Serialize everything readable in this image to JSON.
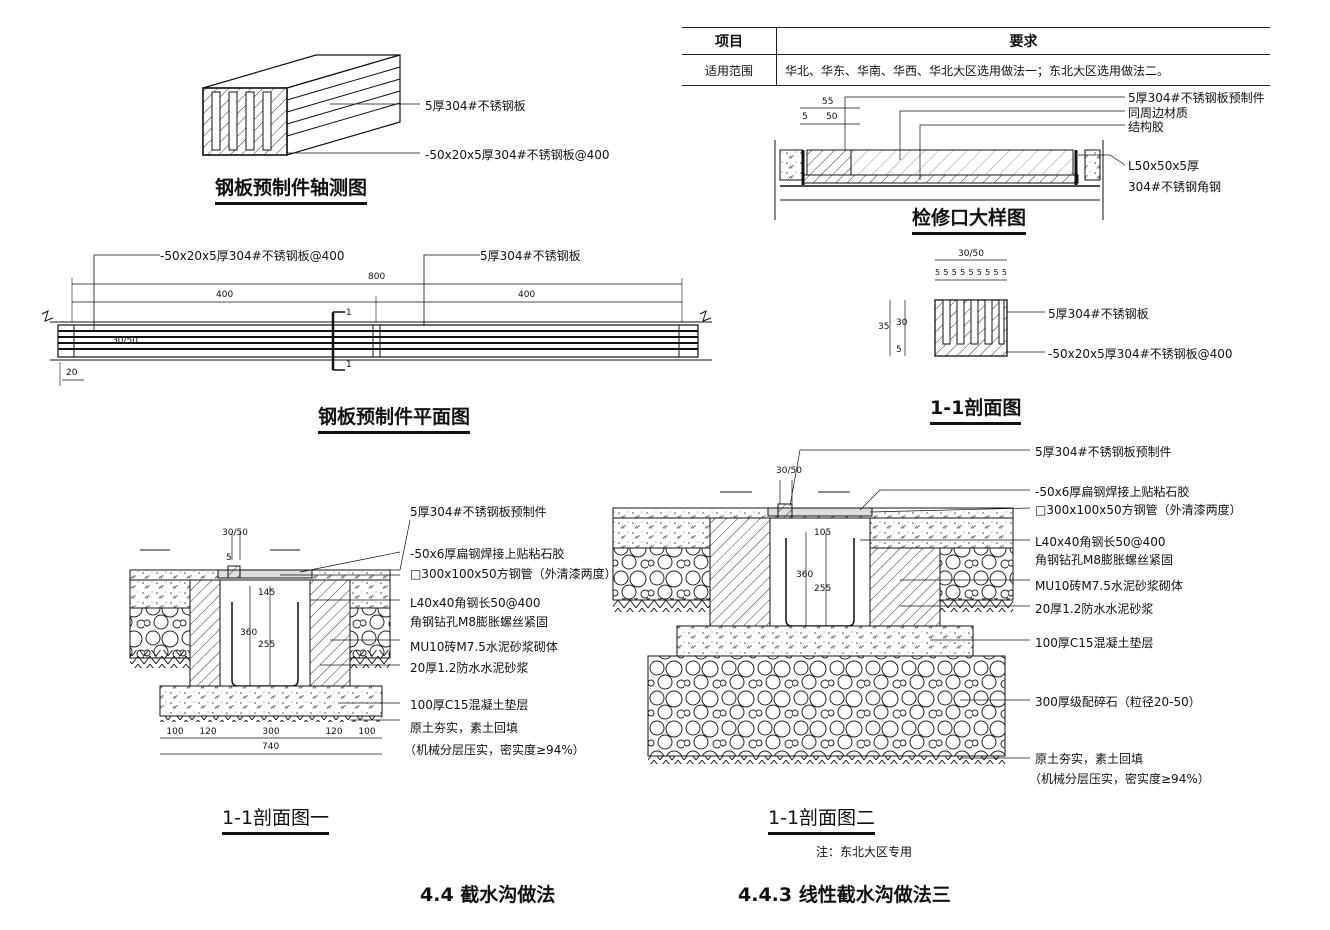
{
  "table": {
    "header": {
      "col1": "项目",
      "col2": "要求"
    },
    "row": {
      "col1": "适用范围",
      "col2": "华北、华东、华南、华西、华北大区选用做法一；东北大区选用做法二。"
    }
  },
  "axonometric": {
    "title": "钢板预制件轴测图",
    "label_plate": "5厚304#不锈钢板",
    "label_strip": "-50x20x5厚304#不锈钢板@400"
  },
  "plan": {
    "title": "钢板预制件平面图",
    "label_strip": "-50x20x5厚304#不锈钢板@400",
    "label_plate": "5厚304#不锈钢板",
    "dim_total": "800",
    "dim_left": "400",
    "dim_right": "400",
    "dim_edge": "20",
    "dim_width": "30/50",
    "section_mark": "1"
  },
  "detail": {
    "title": "检修口大样图",
    "dim_55": "55",
    "dim_50": "50",
    "dim_5": "5",
    "labels": [
      "5厚304#不锈钢板预制件",
      "同周边材质",
      "结构胶",
      "L50x50x5厚",
      "304#不锈钢角钢"
    ]
  },
  "section11": {
    "title": "1-1剖面图",
    "dim_top": "30/50",
    "dim_fives": [
      "5",
      "5",
      "5",
      "5",
      "5",
      "5",
      "5",
      "5",
      "5"
    ],
    "dim_35": "35",
    "dim_30": "30",
    "dim_5": "5",
    "label_plate": "5厚304#不锈钢板",
    "label_strip": "-50x20x5厚304#不锈钢板@400"
  },
  "section_one": {
    "title": "1-1剖面图一",
    "dim_top": "30/50",
    "dim_5": "5",
    "dim_145": "145",
    "dim_360": "360",
    "dim_255": "255",
    "dims_bottom": [
      "100",
      "120",
      "300",
      "120",
      "100"
    ],
    "dim_total": "740",
    "labels": [
      "5厚304#不锈钢板预制件",
      "-50x6厚扁钢焊接上贴粘石胶",
      "□300x100x50方钢管（外清漆两度）",
      "L40x40角钢长50@400",
      "角钢钻孔M8膨胀螺丝紧固",
      "MU10砖M7.5水泥砂浆砌体",
      "20厚1.2防水水泥砂浆",
      "100厚C15混凝土垫层",
      "原土夯实，素土回填",
      "（机械分层压实，密实度≥94%）"
    ]
  },
  "section_two": {
    "title": "1-1剖面图二",
    "note": "注：东北大区专用",
    "dim_top": "30/50",
    "dim_105": "105",
    "dim_360": "360",
    "dim_255": "255",
    "labels": [
      "5厚304#不锈钢板预制件",
      "-50x6厚扁钢焊接上贴粘石胶",
      "□300x100x50方钢管（外清漆两度）",
      "L40x40角钢长50@400",
      "角钢钻孔M8膨胀螺丝紧固",
      "MU10砖M7.5水泥砂浆砌体",
      "20厚1.2防水水泥砂浆",
      "100厚C15混凝土垫层",
      "300厚级配碎石（粒径20-50）",
      "原土夯实，素土回填",
      "（机械分层压实，密实度≥94%）"
    ]
  },
  "footer": {
    "left": "4.4 截水沟做法",
    "right": "4.4.3 线性截水沟做法三"
  }
}
